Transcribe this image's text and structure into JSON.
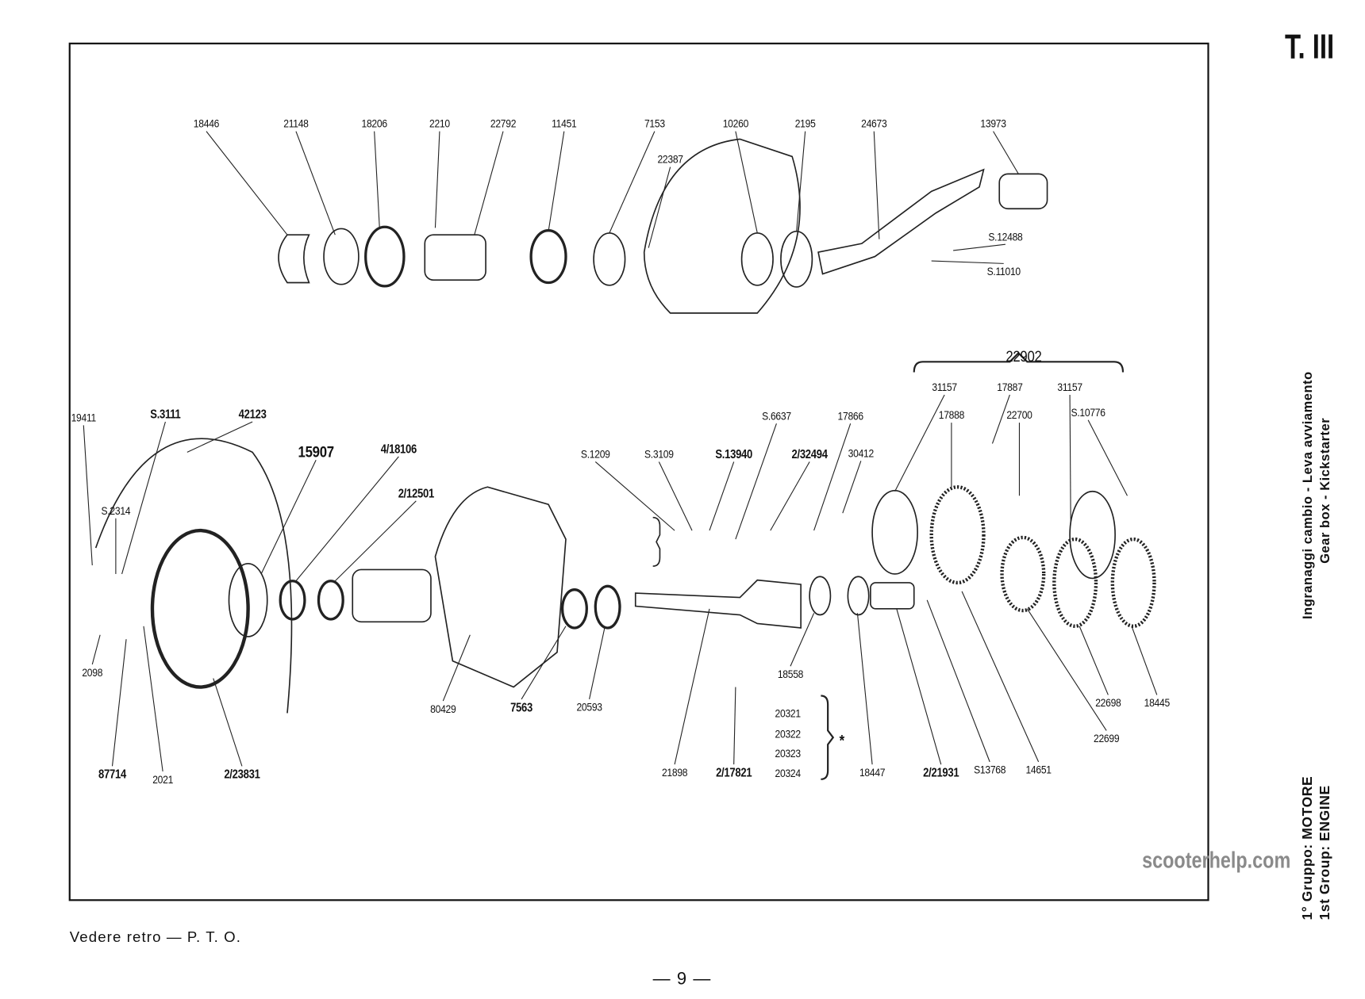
{
  "page": {
    "table_id": "T. III",
    "group_it": "1° Gruppo: MOTORE",
    "group_en": "1st Group: ENGINE",
    "section_it": "Ingranaggi cambio - Leva avviamento",
    "section_en": "Gear box - Kickstarter",
    "footer_note": "Vedere retro — P. T. O.",
    "page_number": "— 9 —",
    "watermark": "scooterhelp.com"
  },
  "parts": [
    "18446",
    "21148",
    "18206",
    "2210",
    "22792",
    "11451",
    "7153",
    "10260",
    "2195",
    "24673",
    "13973",
    "22387",
    "S.12488",
    "S.11010",
    "22902",
    "31157",
    "17887",
    "31157",
    "17888",
    "22700",
    "S.10776",
    "S.6637",
    "17866",
    "19411",
    "S.3111",
    "42123",
    "15907",
    "4/18106",
    "2/12501",
    "S.2314",
    "S.1209",
    "S.3109",
    "S.13940",
    "2/32494",
    "30412",
    "18558",
    "2098",
    "80429",
    "7563",
    "20593",
    "22698",
    "18445",
    "22699",
    "20321",
    "20322",
    "20323",
    "20324",
    "*",
    "21898",
    "2/17821",
    "18447",
    "2/21931",
    "S13768",
    "14651",
    "87714",
    "2021",
    "2/23831"
  ]
}
